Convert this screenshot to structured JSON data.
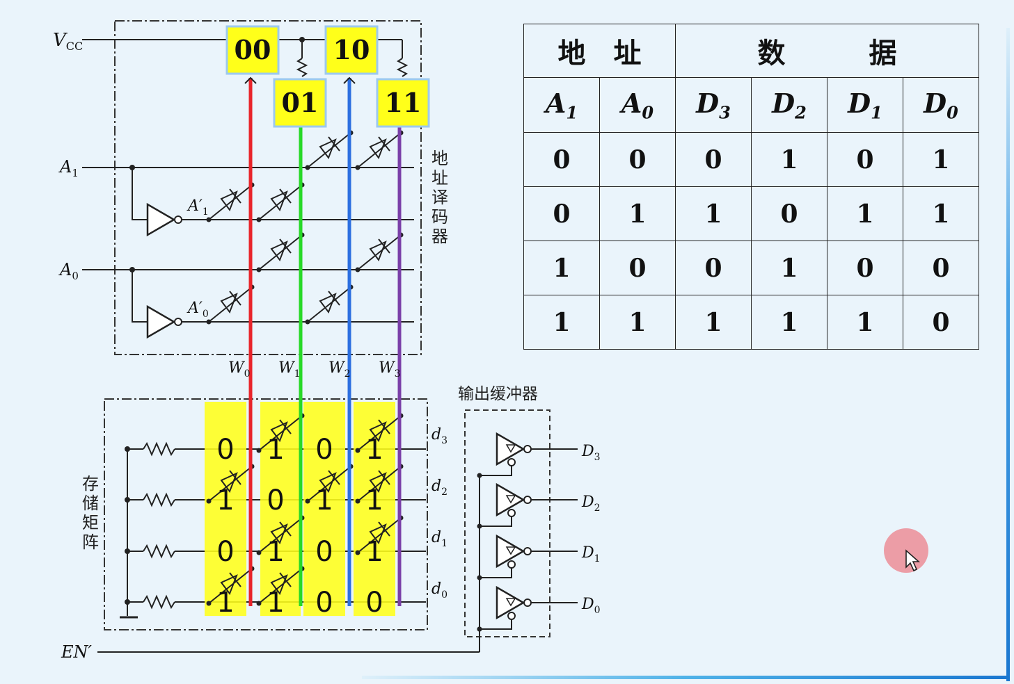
{
  "decoder": {
    "vcc": "V",
    "vcc_sub": "CC",
    "address_labels": [
      "00",
      "01",
      "10",
      "11"
    ],
    "inputs": [
      {
        "name": "A",
        "sub": "1"
      },
      {
        "name": "A",
        "sub": "0"
      }
    ],
    "inverted": [
      {
        "name": "A",
        "sub": "1",
        "prime": "′"
      },
      {
        "name": "A",
        "sub": "0",
        "prime": "′"
      }
    ],
    "word_lines": [
      {
        "name": "W",
        "sub": "0"
      },
      {
        "name": "W",
        "sub": "1"
      },
      {
        "name": "W",
        "sub": "2"
      },
      {
        "name": "W",
        "sub": "3"
      }
    ],
    "title_chars": [
      "地",
      "址",
      "译",
      "码",
      "器"
    ]
  },
  "memory": {
    "title_chars": [
      "存",
      "储",
      "矩",
      "阵"
    ],
    "bits": [
      [
        "0",
        "1",
        "0",
        "1"
      ],
      [
        "1",
        "0",
        "1",
        "1"
      ],
      [
        "0",
        "1",
        "0",
        "1"
      ],
      [
        "1",
        "1",
        "0",
        "0"
      ]
    ],
    "bit_lines": [
      {
        "name": "d",
        "sub": "3"
      },
      {
        "name": "d",
        "sub": "2"
      },
      {
        "name": "d",
        "sub": "1"
      },
      {
        "name": "d",
        "sub": "0"
      }
    ]
  },
  "buffer": {
    "title": "输出缓冲器",
    "outputs": [
      {
        "name": "D",
        "sub": "3"
      },
      {
        "name": "D",
        "sub": "2"
      },
      {
        "name": "D",
        "sub": "1"
      },
      {
        "name": "D",
        "sub": "0"
      }
    ],
    "enable": "EN′"
  },
  "table": {
    "header_address": "地　址",
    "header_data": "数　　　据",
    "columns": [
      {
        "name": "A",
        "sub": "1"
      },
      {
        "name": "A",
        "sub": "0"
      },
      {
        "name": "D",
        "sub": "3"
      },
      {
        "name": "D",
        "sub": "2"
      },
      {
        "name": "D",
        "sub": "1"
      },
      {
        "name": "D",
        "sub": "0"
      }
    ],
    "rows": [
      [
        "0",
        "0",
        "0",
        "1",
        "0",
        "1"
      ],
      [
        "0",
        "1",
        "1",
        "0",
        "1",
        "1"
      ],
      [
        "1",
        "0",
        "0",
        "1",
        "0",
        "0"
      ],
      [
        "1",
        "1",
        "1",
        "1",
        "1",
        "0"
      ]
    ]
  },
  "colors": {
    "word_lines": [
      "#e8242a",
      "#27d927",
      "#2c6fe0",
      "#7a3fa8"
    ],
    "highlight": "#ffff1a",
    "wire": "#222222"
  }
}
